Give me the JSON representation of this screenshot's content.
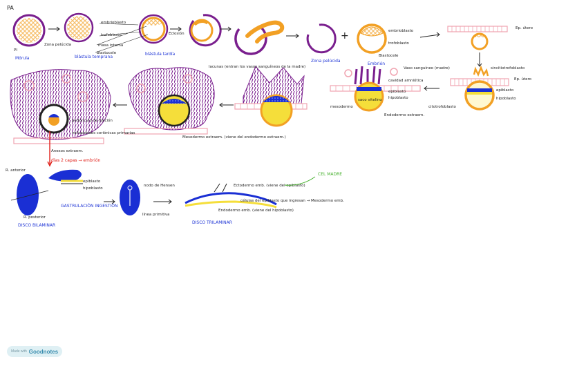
{
  "labels": {
    "pa": "PA",
    "pi": "PI",
    "morula": "Mórula",
    "zona_pelucida_1": "Zona pelúcida",
    "embrioblasto": "embrioblasto",
    "trofoblasto": "trofoblasto",
    "masa_interna": "masa interna",
    "blastocele": "blastocele",
    "blastula_temprana": "blástula temprana",
    "blastula_tardia": "blástula tardía",
    "eclosion": "Eclosión",
    "zona_pelucida_2": "Zona pelúcida",
    "embrion": "Embrión",
    "embrioblasto_2": "embrioblasto",
    "trofoblasto_2": "trofoblasto",
    "blastocele_2": "Blastocele",
    "ep_utero_1": "Ep. útero",
    "sincitiotrofoblasto": "sincitiotrofoblasto",
    "ep_utero_2": "Ep. útero",
    "epiblasto": "epiblasto",
    "hipoblasto": "hipoblasto",
    "citotrofoblasto": "citotrofoblasto",
    "cavidad_amniotica": "cavidad amniótica",
    "vaso_sanguineo": "Vaso sanguíneo (madre)",
    "epiblasto_2": "epiblasto",
    "hipoblasto_2": "hipoblasto",
    "saco_vitelino": "saco vitelino",
    "mesodermo": "mesodermo",
    "endodermo_extraem": "Endodermo extraem.",
    "lacunas": "lacunas (entran los vasos sanguíneos de la madre)",
    "mesodermo_extraem": "Mesodermo extraem. (viene del endodermo extraem.)",
    "pedunculo": "pedúnculo de fijación",
    "vellosidades": "vellosidades coriónicas primarias",
    "anexos": "Anexos extraem.",
    "dias": "días 2 capas → embrión",
    "r_anterior": "R. anterior",
    "r_posterior": "R. posterior",
    "disco_bilaminar": "DISCO BILAMINAR",
    "epiblasto_3": "epiblasto",
    "hipoblasto_3": "hipoblasto",
    "gastrulacion": "GASTRULACIÓN INGESTIÓN",
    "nodo_hensen": "nodo de Hensen",
    "linea_primitiva": "línea primitiva",
    "ectodermo_emb": "Ectodermo emb. (viene del epiblasto)",
    "cel_madre": "CEL MADRE",
    "celulas_epiblasto": "células del epiblasto que ingresan → Mesodermo emb.",
    "endodermo_emb": "Endodermo emb. (viene del hipoblasto)",
    "disco_trilam": "DISCO TRILAMINAR"
  },
  "branding": {
    "made_with": "Made with",
    "brand": "Goodnotes"
  },
  "colors": {
    "orange": "#f2a024",
    "purple": "#7a1f8e",
    "blue": "#1a2fd4",
    "yellow": "#f5de3a",
    "pink": "#f0a3b0",
    "red": "#e0201a",
    "green": "#45b02c"
  }
}
